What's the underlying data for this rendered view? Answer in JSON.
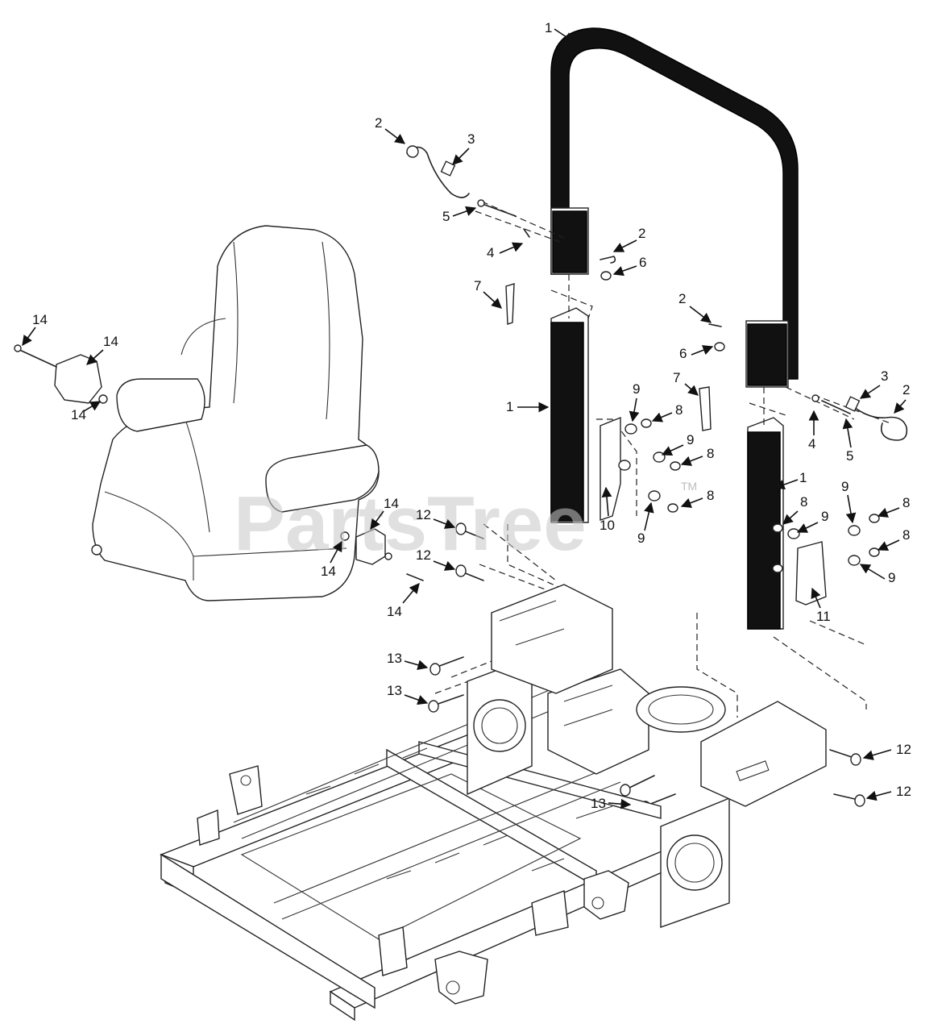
{
  "watermark": {
    "text": "PartsTree",
    "trademark": "TM"
  },
  "callouts": [
    "1",
    "2",
    "3",
    "4",
    "5",
    "6",
    "7",
    "8",
    "9",
    "10",
    "11",
    "12",
    "13",
    "14"
  ]
}
